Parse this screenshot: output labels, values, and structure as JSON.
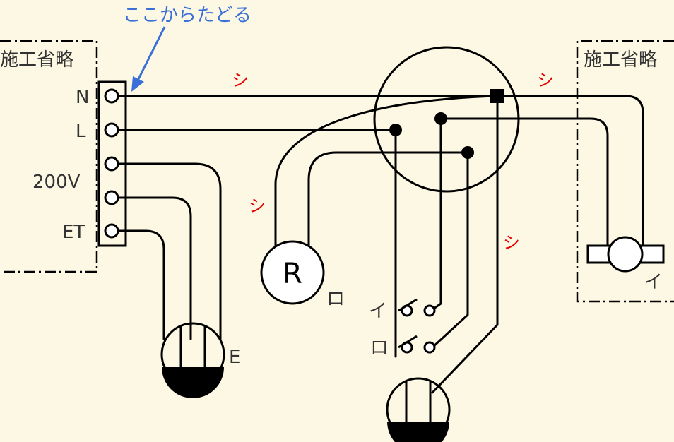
{
  "annotation": {
    "start_here": "ここからたどる",
    "color": "#3a6fd8"
  },
  "omitted_left": "施工省略",
  "omitted_right": "施工省略",
  "terminal_labels": {
    "n": "N",
    "l": "L",
    "v200": "200V",
    "et": "ET"
  },
  "cable_labels": {
    "shi1": "シ",
    "shi2": "シ",
    "shi3": "シ",
    "shi4": "シ",
    "color": "#e60000"
  },
  "devices": {
    "receptacle_label": "E",
    "light_letter": "R",
    "light_tag": "ロ",
    "switch1_tag": "イ",
    "switch2_tag": "ロ",
    "lamp_tag": "イ"
  }
}
